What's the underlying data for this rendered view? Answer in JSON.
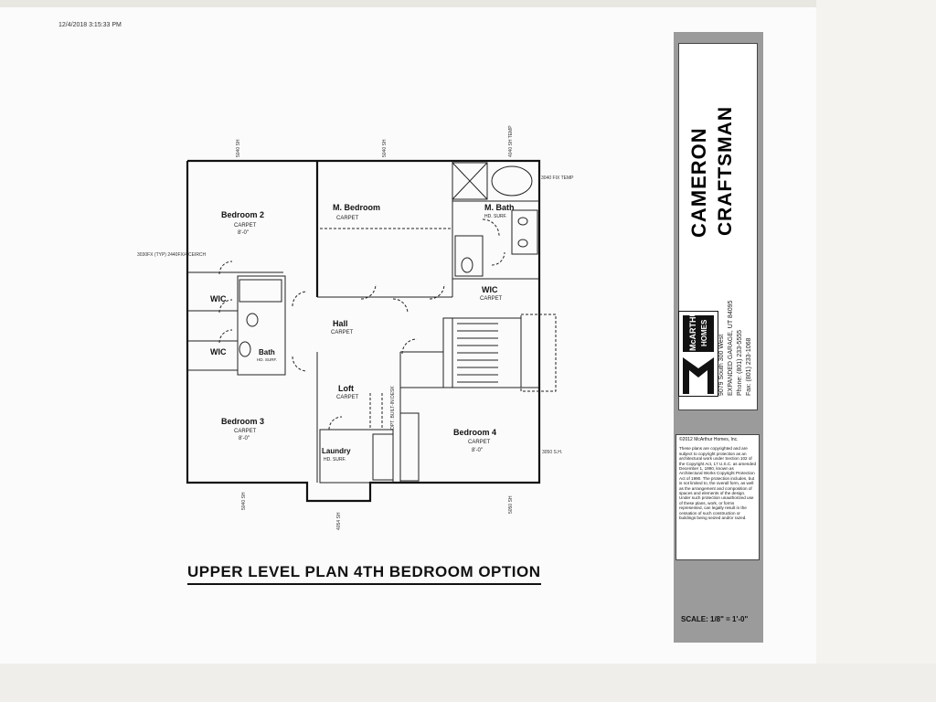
{
  "timestamp": "12/4/2018 3:15:33 PM",
  "plan_title": "UPPER LEVEL PLAN 4TH BEDROOM OPTION",
  "project": {
    "line1": "CAMERON",
    "line2": "CRAFTSMAN"
  },
  "company": {
    "logo_line1": "McARTHUR",
    "logo_line2": "HOMES",
    "address1": "9079 South 300 West",
    "address2": "EXPANDED GARAGE, UT 84095",
    "phone": "Phone: (801) 233-5555",
    "fax": "Fax: (801) 233-1068"
  },
  "legal": {
    "copyright": "©2012 McArthur Homes, Inc.",
    "text": "These plans are copyrighted and are subject to copyright protection as an architectural work under Section 102 of the Copyright Act, 17 U.S.C. as amended December 1, 1990, known as Architectural Works Copyright Protection Act of 1990. The protection includes, but is not limited to, the overall form, as well as the arrangement and composition of spaces and elements of the design. Under such protection unauthorized use of these plans, work, or forms represented, can legally result in the cessation of such construction or buildings being seized and/or razed."
  },
  "scale": "SCALE: 1/8\" = 1'-0\"",
  "rooms": {
    "bedroom2": {
      "name": "Bedroom 2",
      "floor": "CARPET",
      "ceiling": "8'-0\""
    },
    "master_bedroom": {
      "name": "M. Bedroom",
      "floor": "CARPET"
    },
    "master_bath": {
      "name": "M. Bath",
      "floor": "HD. SURF."
    },
    "wic_master": {
      "name": "WIC",
      "floor": "CARPET"
    },
    "wic1": {
      "name": "WIC"
    },
    "wic2": {
      "name": "WIC"
    },
    "bath": {
      "name": "Bath",
      "floor": "HD. SURF."
    },
    "hall": {
      "name": "Hall",
      "floor": "CARPET"
    },
    "loft": {
      "name": "Loft",
      "floor": "CARPET"
    },
    "bedroom3": {
      "name": "Bedroom 3",
      "floor": "CARPET",
      "ceiling": "8'-0\""
    },
    "bedroom4": {
      "name": "Bedroom 4",
      "floor": "CARPET",
      "ceiling": "8'-0\""
    },
    "laundry": {
      "name": "Laundry",
      "floor": "HD. SURF."
    }
  },
  "notes": {
    "window_top_left": "5040 SH",
    "window_top_mid": "5040 SH",
    "window_top_right": "4040 SH TEMP",
    "window_bath_right": "3040 FIX TEMP",
    "window_left": "3030FX (TYP)\n2440FX/4'CEIRCH",
    "window_bottom_left": "5040 SH",
    "window_bottom_mid": "4054 SH",
    "window_bottom_right": "5050 SH",
    "window_right": "3050 S.H.",
    "desk_note": "OPT. BUILT-IN DESK"
  }
}
